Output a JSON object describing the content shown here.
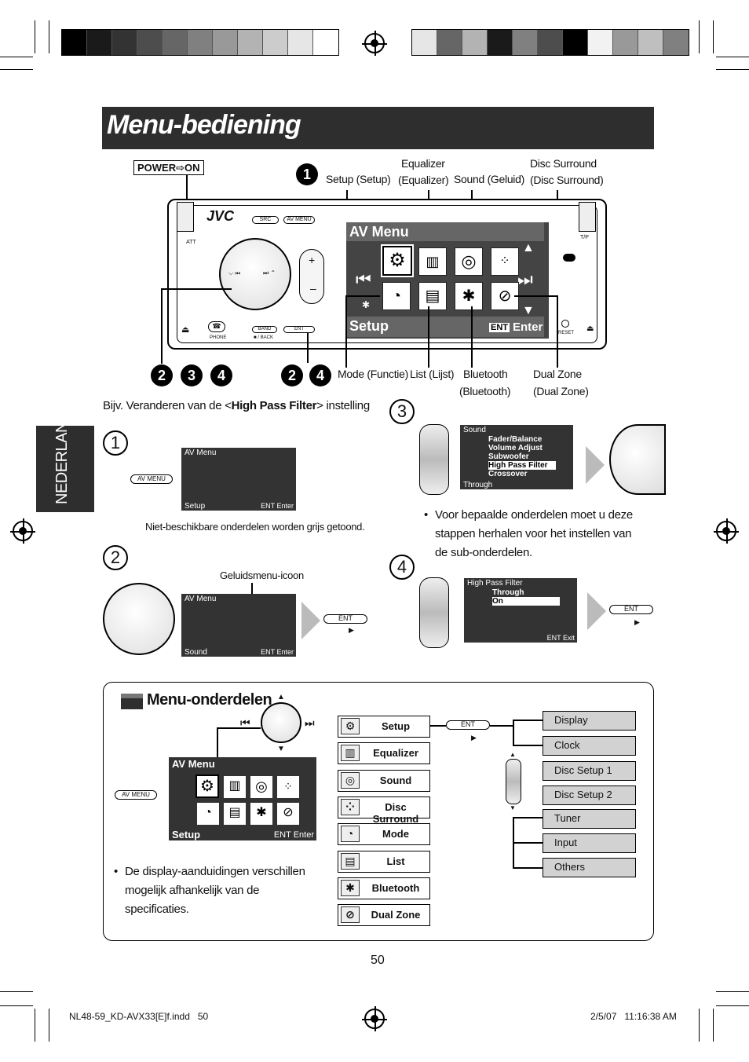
{
  "page": {
    "title": "Menu-bediening",
    "side_tab": "NEDERLANDS",
    "page_number": "50",
    "footer_left": "NL48-59_KD-AVX33[E]f.indd   50",
    "footer_right": "2/5/07   11:16:38 AM"
  },
  "colors": {
    "title_bg": "#2e2e2e",
    "screen_bg": "#444444",
    "sub_item_bg": "#d2d2d2"
  },
  "top_strip_left": [
    "#000000",
    "#1a1a1a",
    "#333333",
    "#4d4d4d",
    "#666666",
    "#808080",
    "#999999",
    "#b3b3b3",
    "#cccccc",
    "#e6e6e6",
    "#ffffff"
  ],
  "top_strip_right": [
    "#e6e6e6",
    "#666666",
    "#b3b3b3",
    "#1a1a1a",
    "#808080",
    "#4d4d4d",
    "#000000",
    "#f2f2f2",
    "#999999",
    "#bfbfbf",
    "#808080"
  ],
  "overview": {
    "power_label": "POWER⇨ON",
    "step1_num": "1",
    "callouts_top": {
      "setup": "Setup (Setup)",
      "equalizer_1": "Equalizer",
      "equalizer_2": "(Equalizer)",
      "sound": "Sound (Geluid)",
      "disc_surround_1": "Disc Surround",
      "disc_surround_2": "(Disc Surround)"
    },
    "callouts_bottom": {
      "mode": "Mode (Functie)",
      "list": "List (Lijst)",
      "bluetooth_1": "Bluetooth",
      "bluetooth_2": "(Bluetooth)",
      "dual_zone_1": "Dual Zone",
      "dual_zone_2": "(Dual Zone)"
    },
    "step_group_left": [
      "2",
      "3",
      "4"
    ],
    "step_group_right": [
      "2",
      "4"
    ],
    "device": {
      "brand": "JVC",
      "src_label": "SRC",
      "av_menu_label": "AV MENU",
      "att_label": "ATT",
      "tp_label": "T/P",
      "phone_label": "PHONE",
      "band_label": "BAND",
      "ent_label": "ENT",
      "back_label": "■ / BACK",
      "reset_label": "RESET",
      "plus_label": "+",
      "minus_label": "–",
      "screen_title": "AV Menu",
      "screen_footer": "Setup",
      "screen_ent": "ENT",
      "screen_enter": "Enter"
    }
  },
  "steps": {
    "intro": "Bijv. Veranderen van de <",
    "intro_bold": "High Pass Filter",
    "intro_end": "> instelling",
    "step1": {
      "num": "1",
      "button": "AV MENU",
      "screen_title": "AV Menu",
      "screen_footer": "Setup",
      "screen_ent": "ENT",
      "screen_enter": "Enter",
      "caption": "Niet-beschikbare onderdelen worden grijs getoond."
    },
    "step2": {
      "num": "2",
      "caption": "Geluidsmenu-icoon",
      "screen_title": "AV Menu",
      "screen_footer": "Sound",
      "screen_ent": "ENT",
      "screen_enter": "Enter",
      "button": "ENT",
      "arrow": "▶"
    },
    "step3": {
      "num": "3",
      "screen_title": "Sound",
      "items": [
        "Fader/Balance",
        "Volume Adjust",
        "Subwoofer",
        "High Pass Filter",
        "Crossover"
      ],
      "selected": "High Pass Filter",
      "screen_footer": "Through",
      "note": "Voor bepaalde onderdelen moet u deze stappen herhalen voor het instellen van de sub-onderdelen."
    },
    "step4": {
      "num": "4",
      "screen_title": "High Pass Filter",
      "items": [
        "Through",
        "On"
      ],
      "selected": "On",
      "screen_ent": "ENT",
      "screen_exit": "Exit",
      "button": "ENT",
      "arrow": "▶"
    }
  },
  "menu_parts": {
    "title": "Menu-onderdelen",
    "button": "AV MENU",
    "screen_title": "AV Menu",
    "screen_footer": "Setup",
    "screen_ent": "ENT",
    "screen_enter": "Enter",
    "note": "De display-aanduidingen verschillen mogelijk afhankelijk van de specificaties.",
    "ent_button": "ENT",
    "ent_arrow": "▶",
    "items": [
      "Setup",
      "Equalizer",
      "Sound",
      "Disc Surround",
      "Mode",
      "List",
      "Bluetooth",
      "Dual Zone"
    ],
    "setup_sub_items": [
      "Display",
      "Clock",
      "Disc Setup 1",
      "Disc Setup 2",
      "Tuner",
      "Input",
      "Others"
    ]
  }
}
